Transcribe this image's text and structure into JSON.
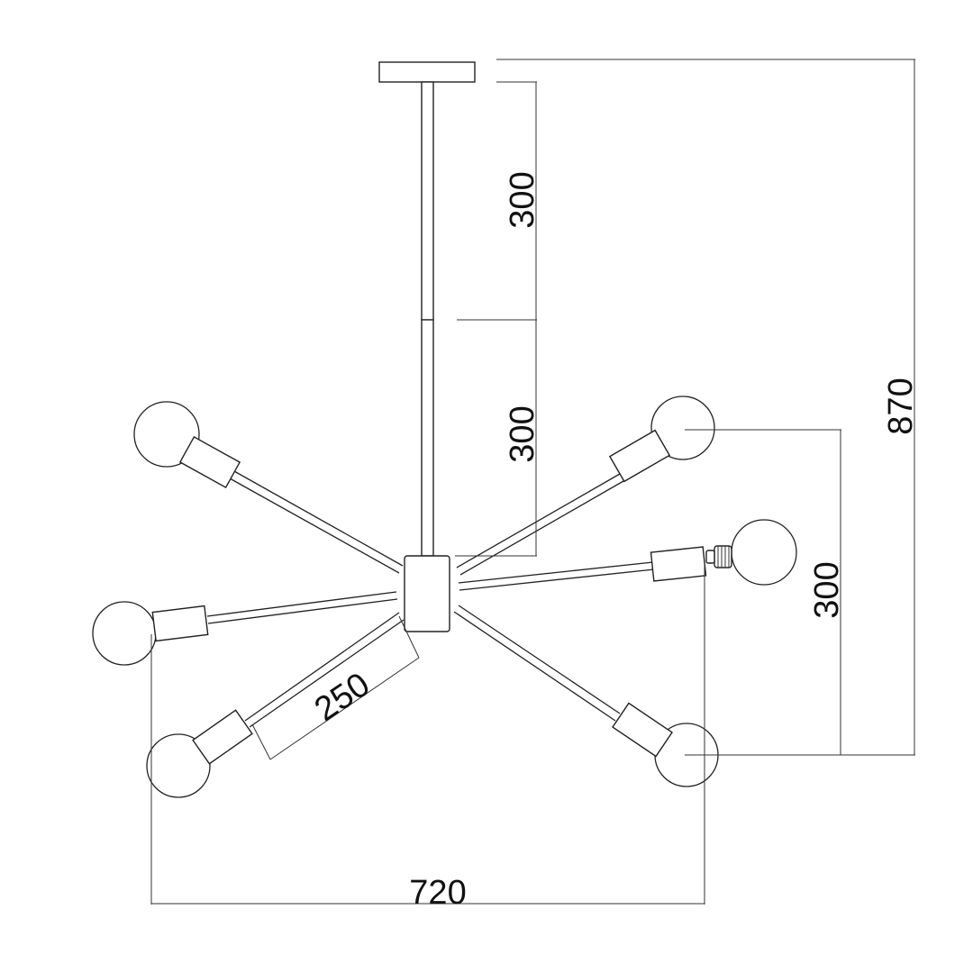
{
  "dimensions": {
    "upper_rod": "300",
    "lower_rod": "300",
    "arm_spread": "300",
    "total_height": "870",
    "arm_length": "250",
    "total_width": "720"
  },
  "colors": {
    "line": "#222222",
    "background": "#ffffff"
  }
}
